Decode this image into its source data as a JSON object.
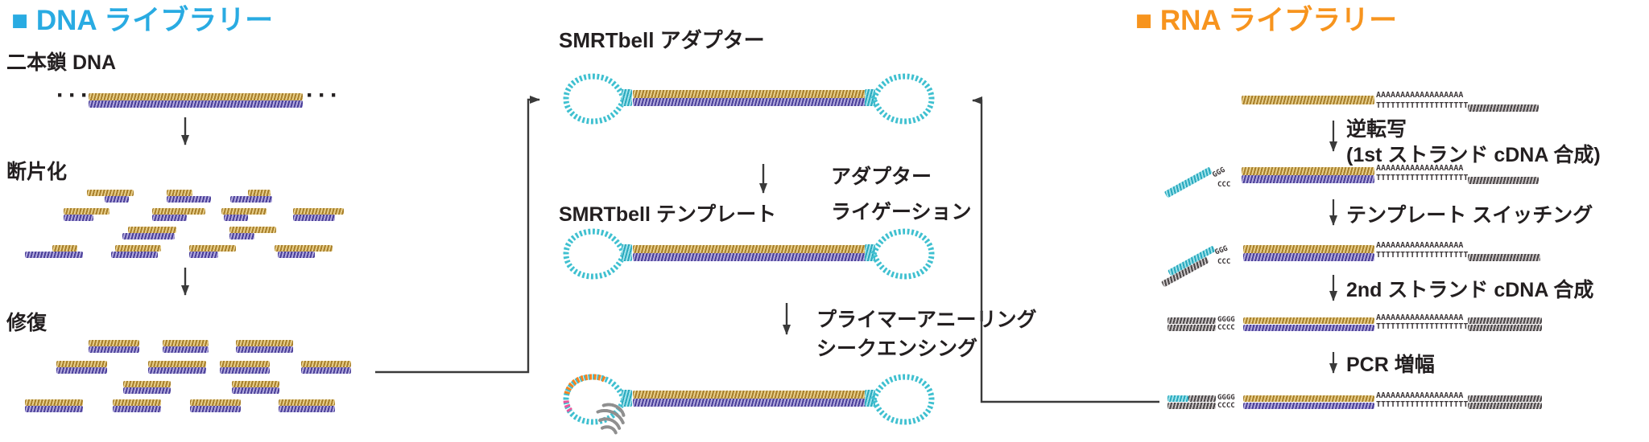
{
  "dna": {
    "header": "■ DNA ライブラリー",
    "header_color": "#29abe2",
    "dsdna_label": "二本鎖 DNA",
    "ellipsis": "···",
    "fragmentation_label": "断片化",
    "repair_label": "修復"
  },
  "smrtbell": {
    "adapter_title": "SMRTbell アダプター",
    "template_label": "SMRTbell テンプレート",
    "ligation_line1": "アダプター",
    "ligation_line2": "ライゲーション",
    "sequencing_line1": "プライマーアニーリング",
    "sequencing_line2": "シークエンシング"
  },
  "rna": {
    "header": "■ RNA ライブラリー",
    "header_color": "#f7941e",
    "step1_line1": "逆転写",
    "step1_line2": "(1st ストランド cDNA 合成)",
    "step2": "テンプレート スイッチング",
    "step3": "2nd ストランド cDNA 合成",
    "step4": "PCR 増幅",
    "poly_a": "AAAAAAAAAAAAAAAAAA",
    "poly_t": "TTTTTTTTTTTTTTTTTTT",
    "ggg": "GGG",
    "ccc": "CCC",
    "gggg": "GGGG",
    "cccc": "CCCC"
  },
  "colors": {
    "strand_tan": "#c09a3e",
    "strand_purple": "#5a4fa0",
    "strand_cyan": "#3fc0d0",
    "strand_gray": "#6d6a6b",
    "primer_orange": "#f58220",
    "primer_pink": "#ea549c",
    "polymerase_gray": "#8f8f8f",
    "arrow_black": "#3a3a3a"
  }
}
